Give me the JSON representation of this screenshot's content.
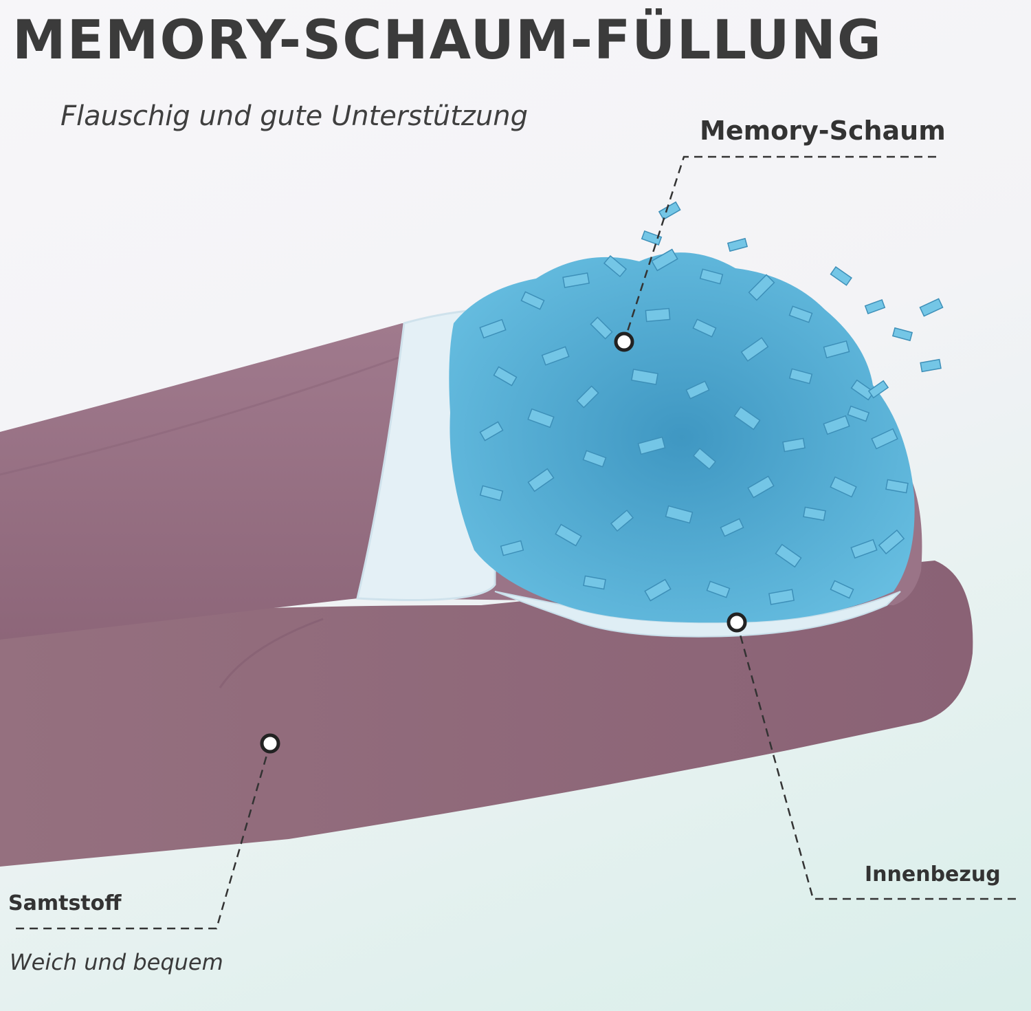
{
  "heading": {
    "title": "MEMORY-SCHAUM-FÜLLUNG",
    "subtitle": "Flauschig und gute Unterstützung"
  },
  "callouts": {
    "foam": {
      "label": "Memory-Schaum"
    },
    "inner_cover": {
      "label": "Innenbezug"
    },
    "velvet": {
      "label": "Samtstoff",
      "caption": "Weich und bequem"
    }
  },
  "colors": {
    "fabric": "#9b7387",
    "fabric_shadow": "#7f5a6d",
    "foam": "#5fb5d8",
    "foam_dark": "#3b93bf",
    "inner_cover": "#e6f1f7",
    "text": "#3b3b3b"
  }
}
